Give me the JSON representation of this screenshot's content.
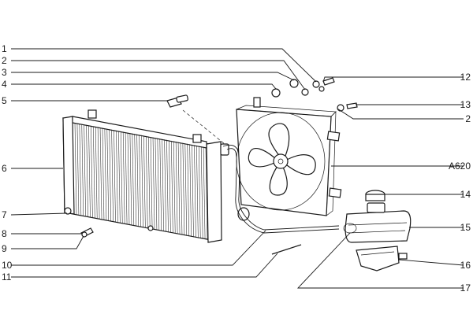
{
  "labels": {
    "l1": "1",
    "l2": "2",
    "l3": "3",
    "l4": "4",
    "l5": "5",
    "l6": "6",
    "l7": "7",
    "l8": "8",
    "l9": "9",
    "l10": "10",
    "l11": "11",
    "r12": "12",
    "r13": "13",
    "r2": "2",
    "rA620": "A620",
    "r14": "14",
    "r15": "15",
    "r16": "16",
    "r17": "17"
  }
}
